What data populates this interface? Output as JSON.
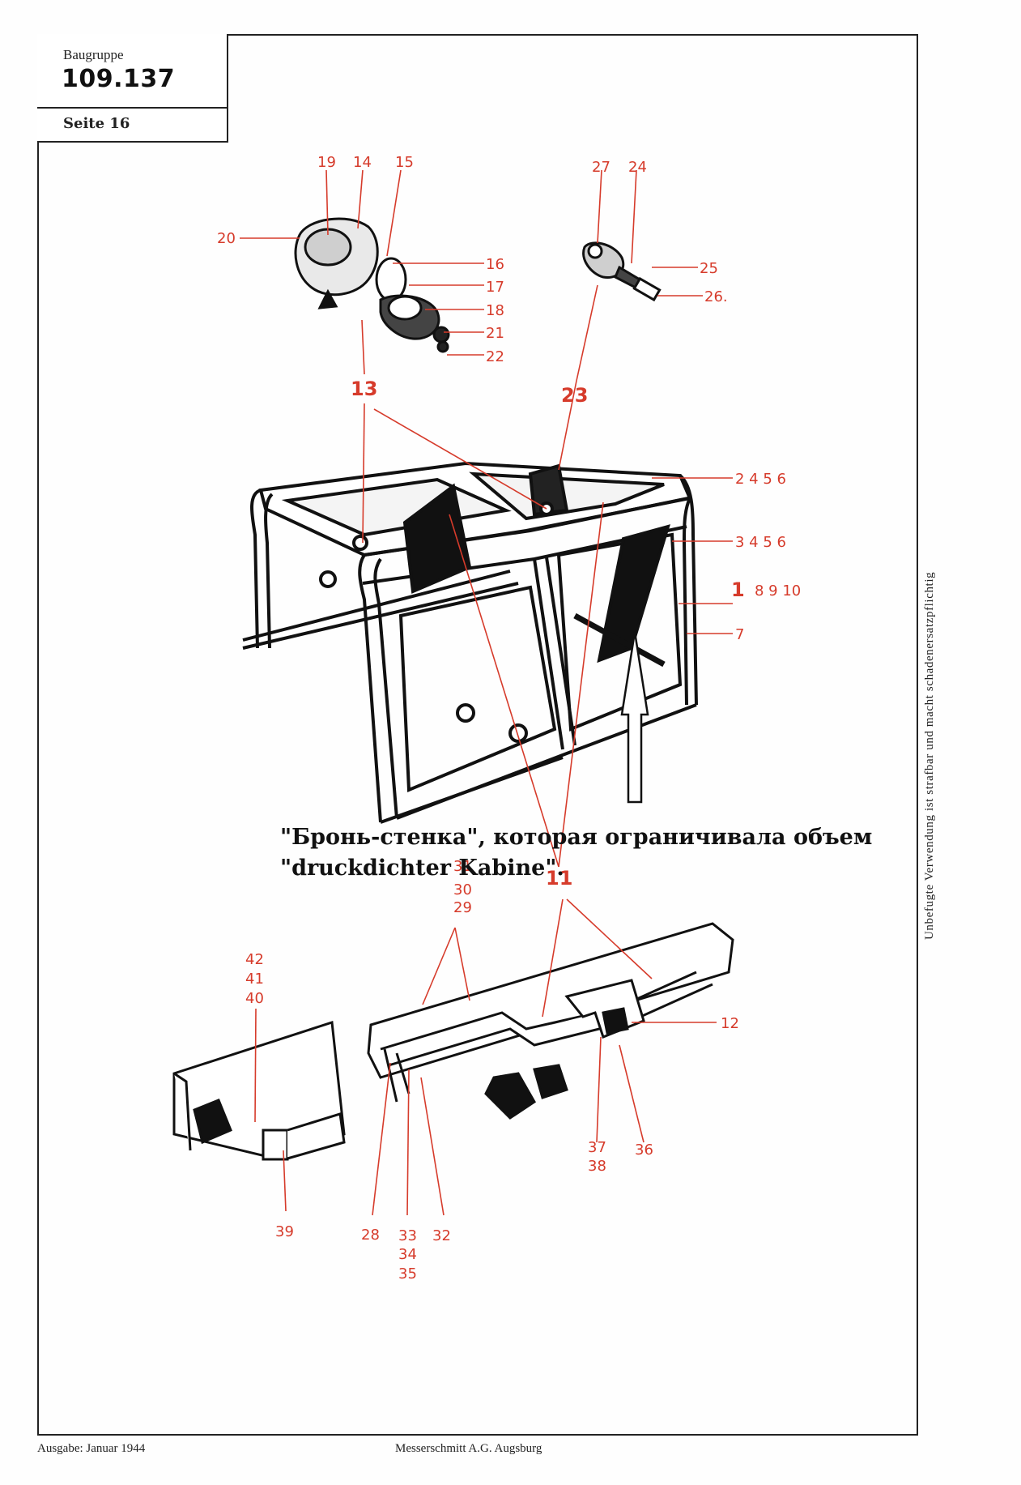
{
  "header": {
    "group_label": "Baugruppe",
    "group_number": "109.137",
    "page_label": "Seite 16"
  },
  "callouts": {
    "n19": "19",
    "n14": "14",
    "n15": "15",
    "n20": "20",
    "n16": "16",
    "n17": "17",
    "n18": "18",
    "n21": "21",
    "n22": "22",
    "n27": "27",
    "n24": "24",
    "n25": "25",
    "n26": "26.",
    "n13": "13",
    "n23": "23",
    "r2456": "2 4 5 6",
    "r3456": "3 4 5 6",
    "r1": "1",
    "r8910": "8 9 10",
    "r7": "7",
    "n11": "11",
    "n31": "31",
    "n30": "30",
    "n29": "29",
    "n42": "42",
    "n41": "41",
    "n40": "40",
    "n12": "12",
    "n37": "37",
    "n38": "38",
    "n36": "36",
    "n39": "39",
    "n28": "28",
    "n33": "33",
    "n34": "34",
    "n35": "35",
    "n32": "32"
  },
  "annotation": {
    "line1": "\"Бронь-стенка\", которая ограничивала объем",
    "line2": "\"druckdichter Kabine\"."
  },
  "side_note": "Unbefugte Verwendung ist strafbar und macht schadenersatzpflichtig",
  "footer": {
    "edition": "Ausgabe: Januar 1944",
    "publisher": "Messerschmitt A.G. Augsburg"
  },
  "colors": {
    "callout_red": "#d63b2b",
    "ink": "#111111"
  }
}
